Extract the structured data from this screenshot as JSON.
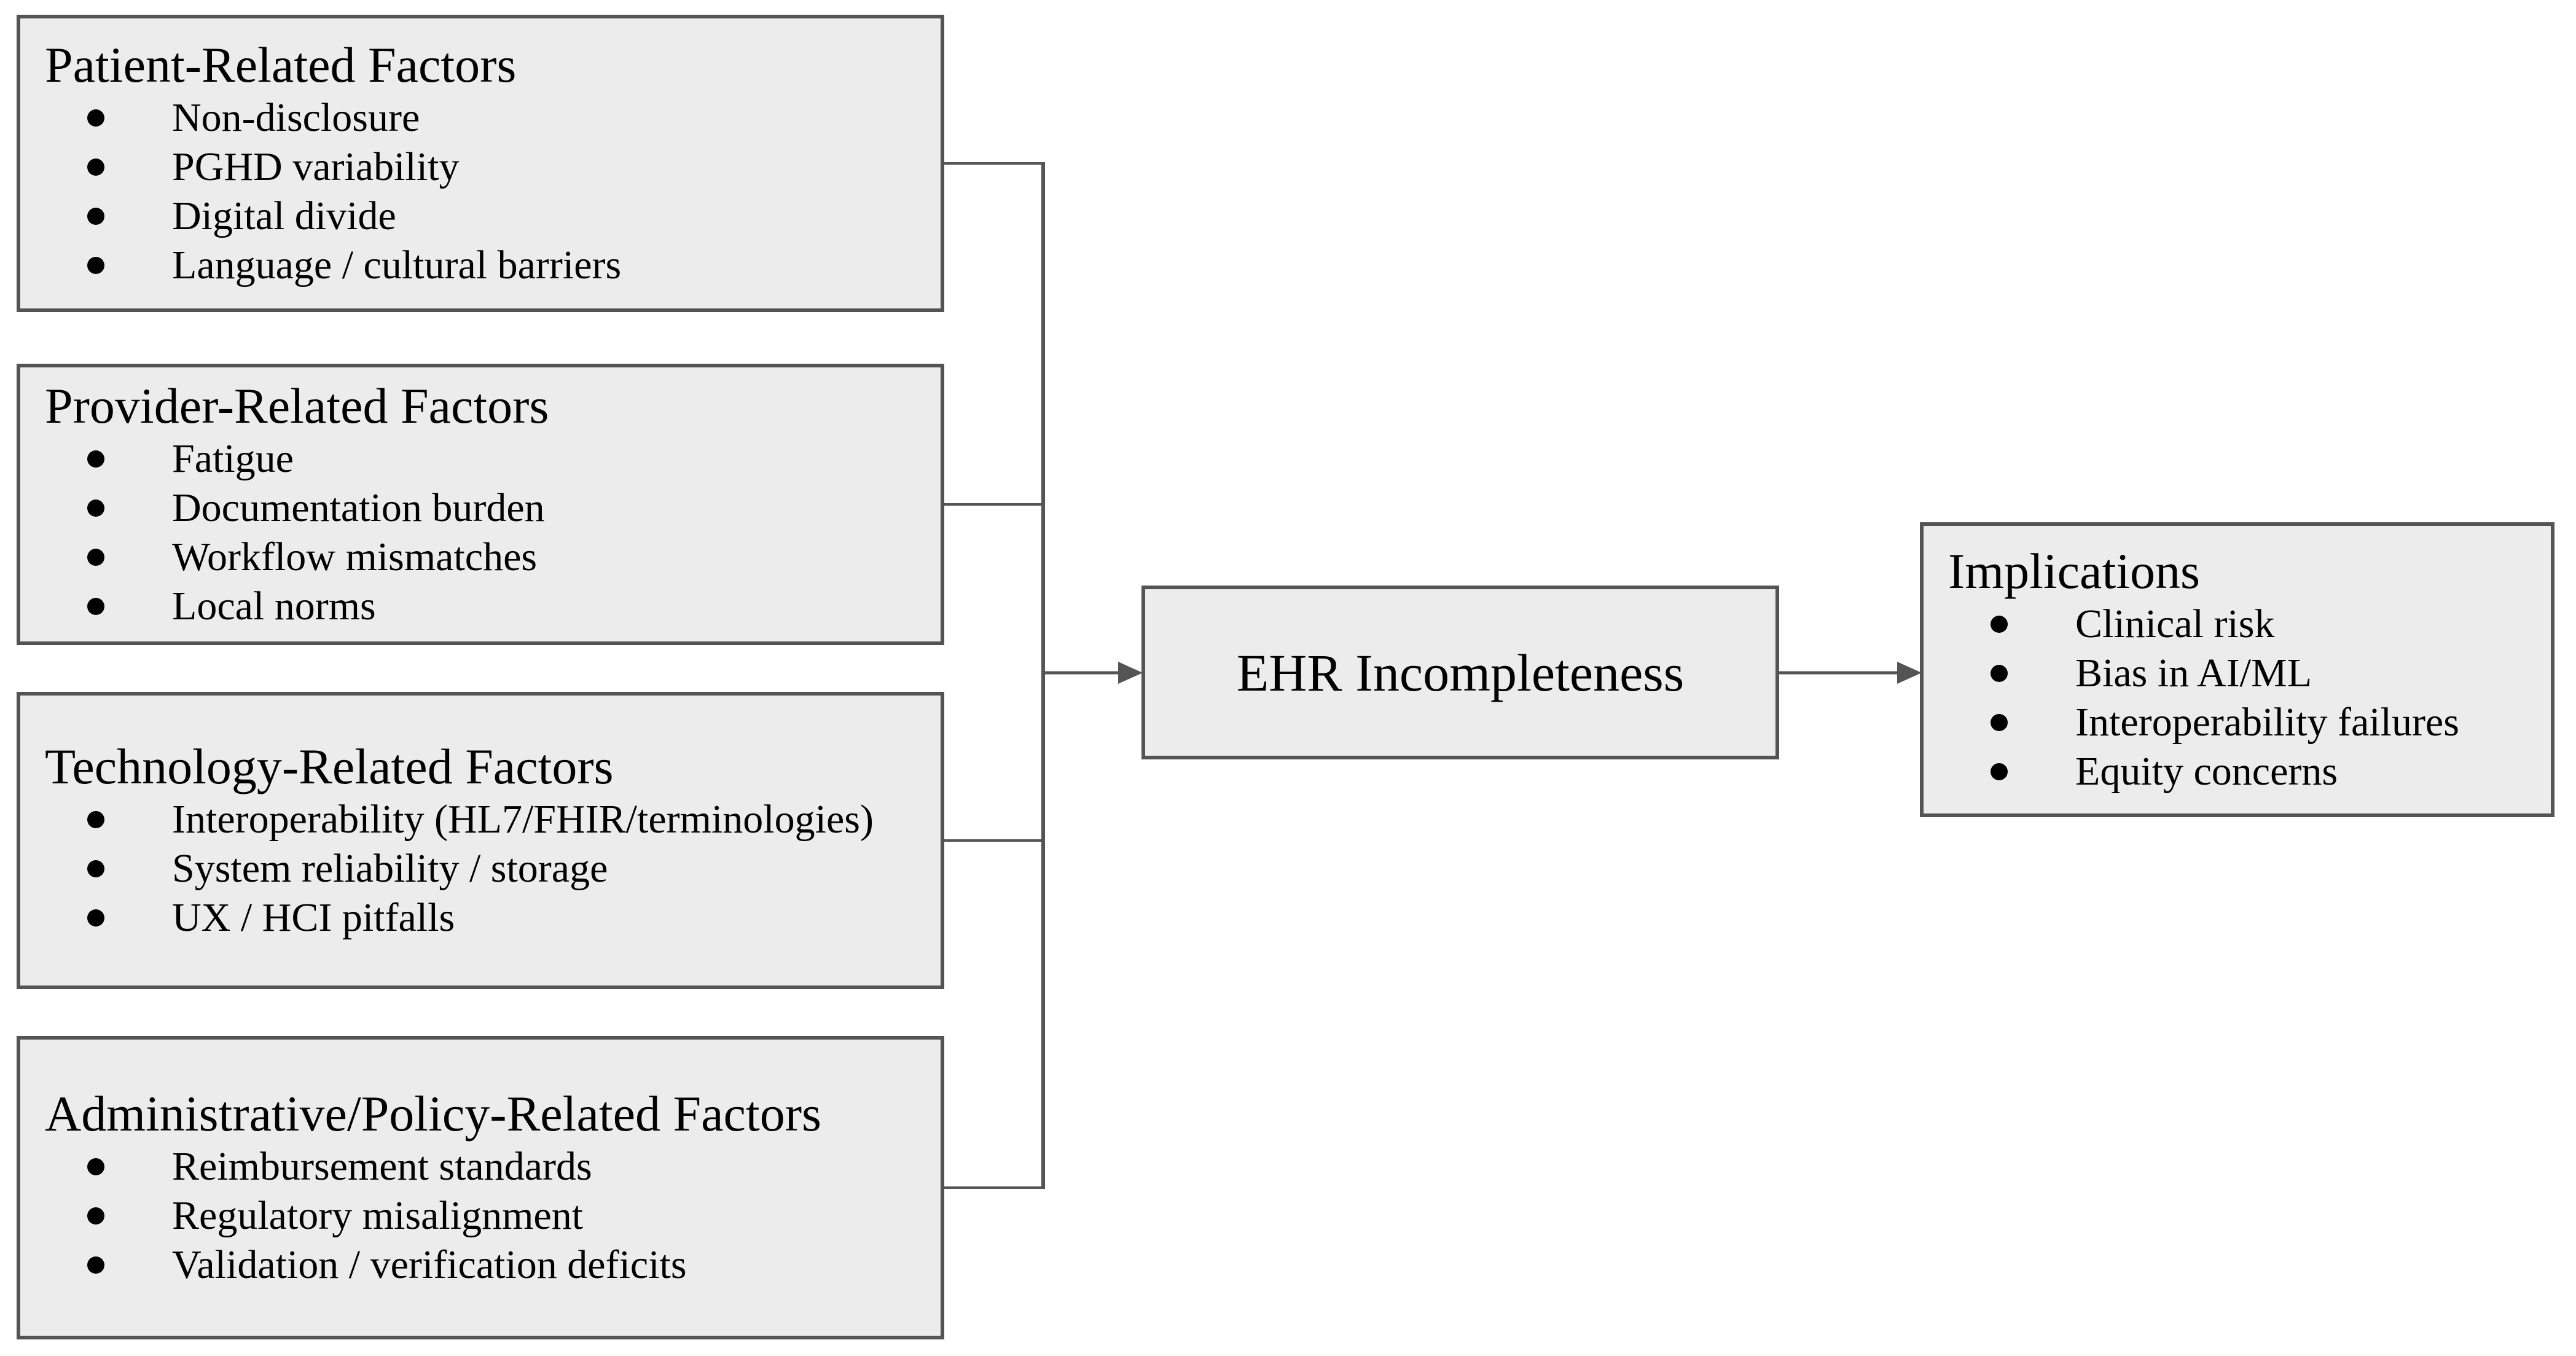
{
  "diagram": {
    "colors": {
      "background": "#ffffff",
      "box_fill": "#ececec",
      "border": "#545454",
      "connector": "#545454",
      "text": "#000000"
    },
    "factor_boxes": [
      {
        "title": "Patient-Related Factors",
        "items": [
          "Non-disclosure",
          "PGHD variability",
          "Digital divide",
          "Language / cultural barriers"
        ]
      },
      {
        "title": "Provider-Related Factors",
        "items": [
          "Fatigue",
          "Documentation burden",
          "Workflow mismatches",
          "Local norms"
        ]
      },
      {
        "title": "Technology-Related Factors",
        "items": [
          "Interoperability (HL7/FHIR/terminologies)",
          "System reliability / storage",
          "UX / HCI pitfalls"
        ]
      },
      {
        "title": "Administrative/Policy-Related Factors",
        "items": [
          "Reimbursement standards",
          "Regulatory misalignment",
          "Validation / verification deficits"
        ]
      }
    ],
    "center_box": {
      "label": "EHR Incompleteness"
    },
    "implications_box": {
      "title": "Implications",
      "items": [
        "Clinical risk",
        "Bias in AI/ML",
        "Interoperability failures",
        "Equity concerns"
      ]
    }
  }
}
